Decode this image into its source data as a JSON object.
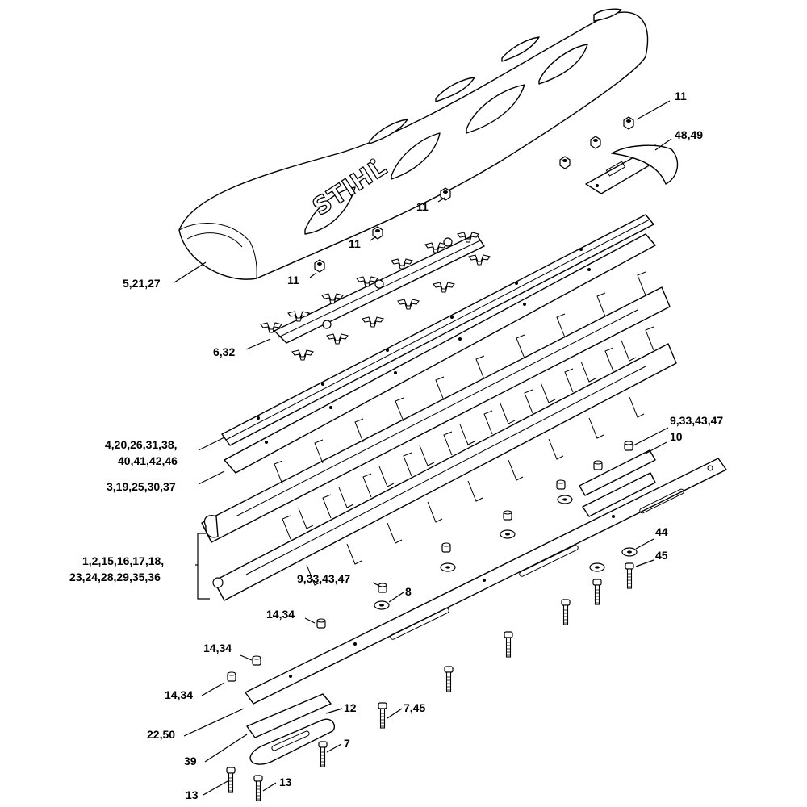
{
  "brand_logo": "STIHL",
  "callouts": [
    {
      "id": "c-11-a",
      "text": "11"
    },
    {
      "id": "c-48-49",
      "text": "48,49"
    },
    {
      "id": "c-11-b",
      "text": "11"
    },
    {
      "id": "c-11-c",
      "text": "11"
    },
    {
      "id": "c-11-d",
      "text": "11"
    },
    {
      "id": "c-5-21-27",
      "text": "5,21,27"
    },
    {
      "id": "c-6-32",
      "text": "6,32"
    },
    {
      "id": "c-9-33-43-47-a",
      "text": "9,33,43,47"
    },
    {
      "id": "c-10",
      "text": "10"
    },
    {
      "id": "c-4-group-l1",
      "text": "4,20,26,31,38,"
    },
    {
      "id": "c-4-group-l2",
      "text": "40,41,42,46"
    },
    {
      "id": "c-3-group",
      "text": "3,19,25,30,37"
    },
    {
      "id": "c-1-group-l1",
      "text": "1,2,15,16,17,18,"
    },
    {
      "id": "c-1-group-l2",
      "text": "23,24,28,29,35,36"
    },
    {
      "id": "c-44",
      "text": "44"
    },
    {
      "id": "c-45",
      "text": "45"
    },
    {
      "id": "c-9-33-43-47-b",
      "text": "9,33,43,47"
    },
    {
      "id": "c-8",
      "text": "8"
    },
    {
      "id": "c-14-34-a",
      "text": "14,34"
    },
    {
      "id": "c-14-34-b",
      "text": "14,34"
    },
    {
      "id": "c-14-34-c",
      "text": "14,34"
    },
    {
      "id": "c-12",
      "text": "12"
    },
    {
      "id": "c-7-45",
      "text": "7,45"
    },
    {
      "id": "c-22-50",
      "text": "22,50"
    },
    {
      "id": "c-7",
      "text": "7"
    },
    {
      "id": "c-39",
      "text": "39"
    },
    {
      "id": "c-13-a",
      "text": "13"
    },
    {
      "id": "c-13-b",
      "text": "13"
    }
  ]
}
